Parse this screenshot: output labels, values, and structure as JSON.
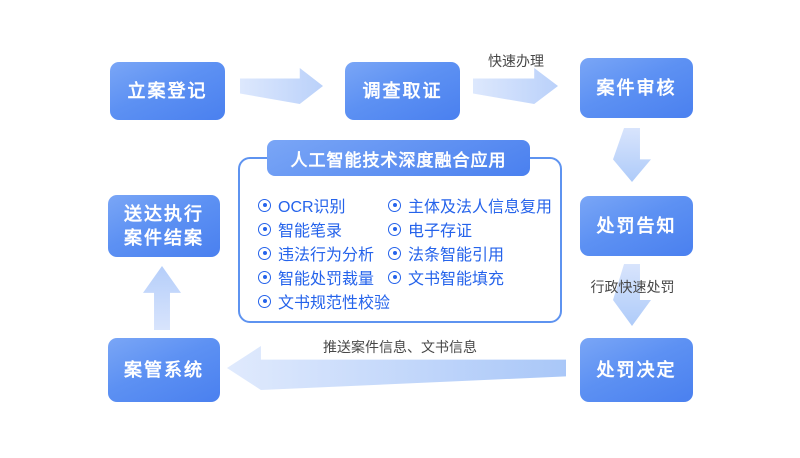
{
  "nodes": {
    "case_registration": "立案登记",
    "investigation": "调查取证",
    "case_review": "案件审核",
    "penalty_notice": "处罚告知",
    "penalty_decision": "处罚决定",
    "case_mgmt": "案管系统",
    "delivery_line1": "送达执行",
    "delivery_line2": "案件结案"
  },
  "edge_labels": {
    "fast_handling": "快速办理",
    "admin_fast_penalty": "行政快速处罚",
    "push_info": "推送案件信息、文书信息"
  },
  "ai_panel": {
    "title": "人工智能技术深度融合应用",
    "left_items": [
      "OCR识别",
      "智能笔录",
      "违法行为分析",
      "智能处罚裁量",
      "文书规范性校验"
    ],
    "right_items": [
      "主体及法人信息复用",
      "电子存证",
      "法条智能引用",
      "文书智能填充"
    ]
  },
  "colors": {
    "node_gradient_start": "#7aa6f6",
    "node_gradient_end": "#4a80ef",
    "arrow_light": "#dde8fd",
    "arrow_dark": "#aecbf9",
    "panel_border": "#5e93f0",
    "item_text": "#2563eb",
    "edge_label_text": "#474747",
    "background": "#ffffff"
  }
}
